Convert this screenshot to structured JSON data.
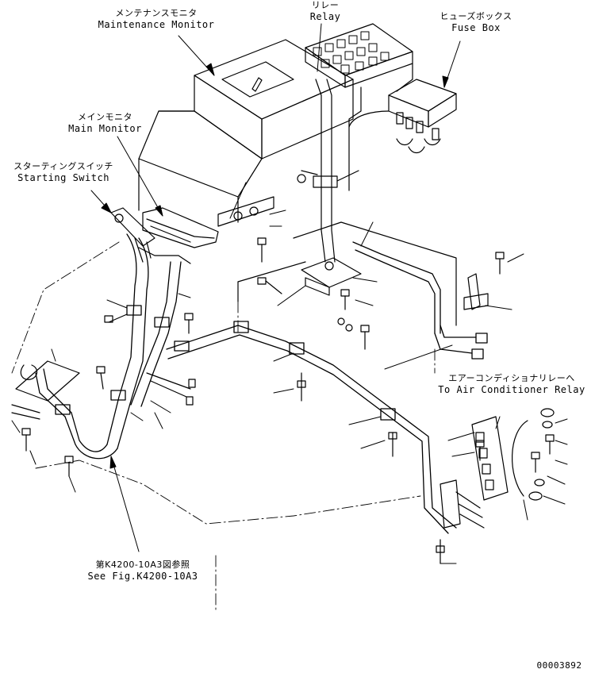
{
  "labels": {
    "maintenance_monitor": {
      "jp": "メンテナンスモニタ",
      "en": "Maintenance Monitor"
    },
    "relay": {
      "jp": "リレー",
      "en": "Relay"
    },
    "fuse_box": {
      "jp": "ヒューズボックス",
      "en": "Fuse Box"
    },
    "main_monitor": {
      "jp": "メインモニタ",
      "en": "Main Monitor"
    },
    "starting_switch": {
      "jp": "スターティングスイッチ",
      "en": "Starting Switch"
    },
    "air_conditioner_relay": {
      "jp": "エアーコンディショナリレーへ",
      "en": "To Air Conditioner Relay"
    },
    "see_fig": {
      "jp": "第K4200-10A3図参照",
      "en": "See Fig.K4200-10A3"
    }
  },
  "drawing_number": "00003892",
  "colors": {
    "line": "#000000",
    "background": "#ffffff"
  }
}
